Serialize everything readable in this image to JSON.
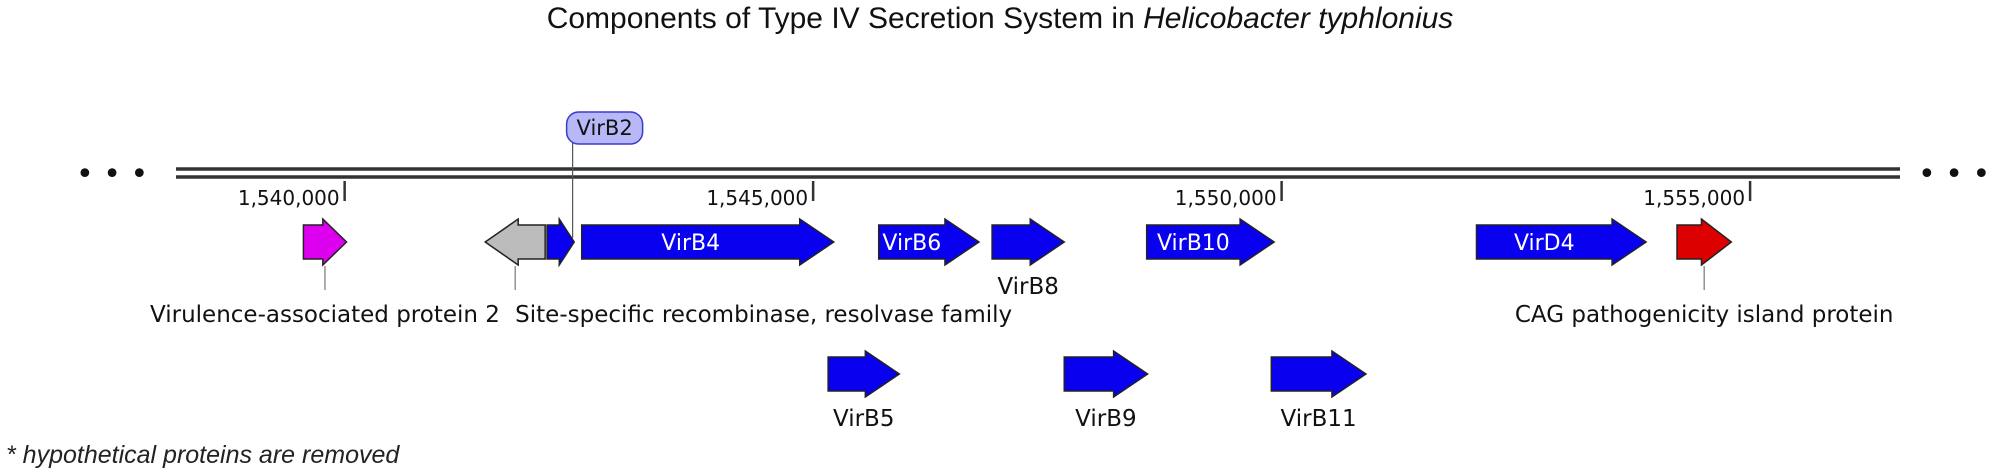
{
  "title": {
    "prefix": "Components of Type IV Secretion System in ",
    "organism": "Helicobacter typhlonius"
  },
  "footnote": "* hypothetical proteins are removed",
  "continuation_marker": "• • •",
  "colors": {
    "virb": "#0a00f0",
    "virulence": "#dd00ee",
    "recombinase": "#bcbcbc",
    "cag": "#dd0000",
    "callout_fill": "#b8b8f8",
    "callout_stroke": "#3a3ad0",
    "axis": "#333333"
  },
  "chart_data": {
    "type": "genome_map",
    "axis": {
      "range": [
        1538200,
        1556600
      ],
      "ticks": [
        {
          "value": 1540000,
          "label": "1,540,000"
        },
        {
          "value": 1545000,
          "label": "1,545,000"
        },
        {
          "value": 1550000,
          "label": "1,550,000"
        },
        {
          "value": 1555000,
          "label": "1,555,000"
        }
      ]
    },
    "genes": [
      {
        "id": "virulence2",
        "start": 1539560,
        "end": 1540020,
        "strand": "+",
        "color_key": "virulence",
        "row": 1,
        "label": "",
        "label_mode": "none"
      },
      {
        "id": "recombinase",
        "start": 1541500,
        "end": 1542140,
        "strand": "-",
        "color_key": "recombinase",
        "row": 1,
        "label": "",
        "label_mode": "none"
      },
      {
        "id": "virb2",
        "start": 1542160,
        "end": 1542450,
        "strand": "+",
        "color_key": "virb",
        "row": 1,
        "label": "VirB2",
        "label_mode": "callout"
      },
      {
        "id": "virb4",
        "start": 1542530,
        "end": 1545220,
        "strand": "+",
        "color_key": "virb",
        "row": 1,
        "label": "VirB4",
        "label_mode": "inside"
      },
      {
        "id": "virb5",
        "start": 1545160,
        "end": 1545920,
        "strand": "+",
        "color_key": "virb",
        "row": 2,
        "label": "VirB5",
        "label_mode": "below"
      },
      {
        "id": "virb6",
        "start": 1545700,
        "end": 1546770,
        "strand": "+",
        "color_key": "virb",
        "row": 1,
        "label": "VirB6",
        "label_mode": "inside"
      },
      {
        "id": "virb8",
        "start": 1546910,
        "end": 1547680,
        "strand": "+",
        "color_key": "virb",
        "row": 1,
        "label": "VirB8",
        "label_mode": "below"
      },
      {
        "id": "virb9",
        "start": 1547680,
        "end": 1548570,
        "strand": "+",
        "color_key": "virb",
        "row": 2,
        "label": "VirB9",
        "label_mode": "below"
      },
      {
        "id": "virb10",
        "start": 1548560,
        "end": 1549920,
        "strand": "+",
        "color_key": "virb",
        "row": 1,
        "label": "VirB10",
        "label_mode": "inside"
      },
      {
        "id": "virb11",
        "start": 1549890,
        "end": 1550900,
        "strand": "+",
        "color_key": "virb",
        "row": 2,
        "label": "VirB11",
        "label_mode": "below"
      },
      {
        "id": "vird4",
        "start": 1552080,
        "end": 1553890,
        "strand": "+",
        "color_key": "virb",
        "row": 1,
        "label": "VirD4",
        "label_mode": "inside"
      },
      {
        "id": "cag",
        "start": 1554220,
        "end": 1554800,
        "strand": "+",
        "color_key": "cag",
        "row": 1,
        "label": "",
        "label_mode": "none"
      }
    ],
    "annotations": [
      {
        "gene": "virulence2",
        "text": "Virulence-associated protein 2",
        "align": "center"
      },
      {
        "gene": "recombinase",
        "text": "Site-specific recombinase, resolvase family",
        "align": "start"
      },
      {
        "gene": "cag",
        "text": "CAG pathogenicity island protein",
        "align": "center"
      }
    ]
  }
}
